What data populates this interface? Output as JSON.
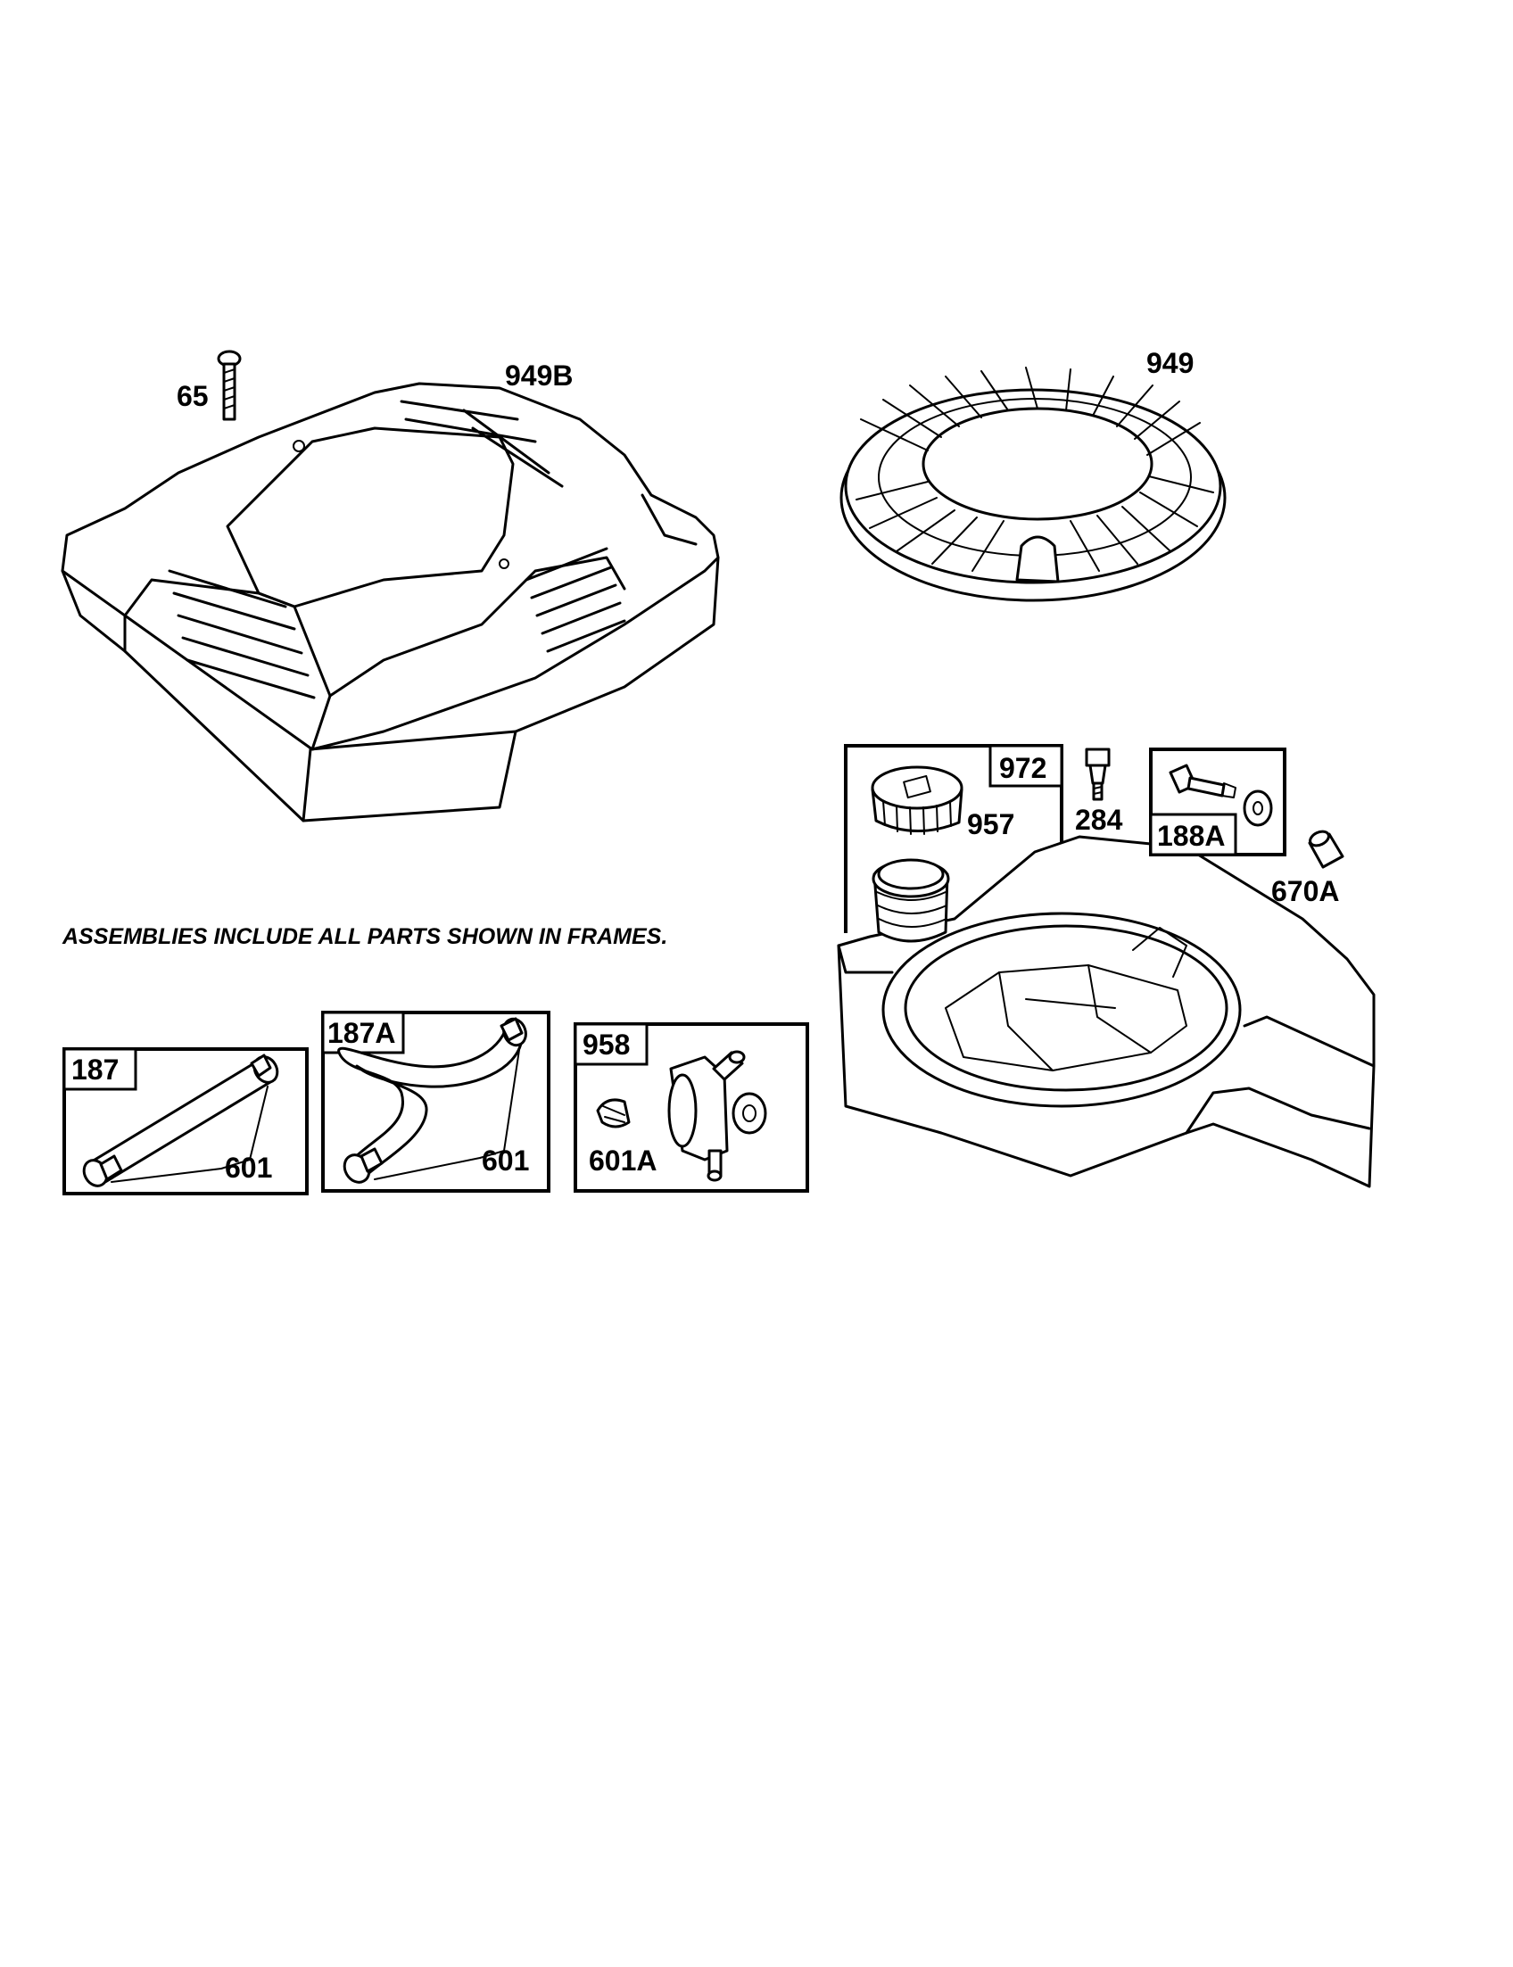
{
  "note": "ASSEMBLIES INCLUDE ALL PARTS SHOWN IN FRAMES.",
  "labels": {
    "p65": "65",
    "p949b": "949B",
    "p949": "949",
    "p972": "972",
    "p957": "957",
    "p284": "284",
    "p188a": "188A",
    "p670a": "670A",
    "p187": "187",
    "p187a": "187A",
    "p958": "958",
    "p601_left": "601",
    "p601_mid": "601",
    "p601a": "601A"
  }
}
